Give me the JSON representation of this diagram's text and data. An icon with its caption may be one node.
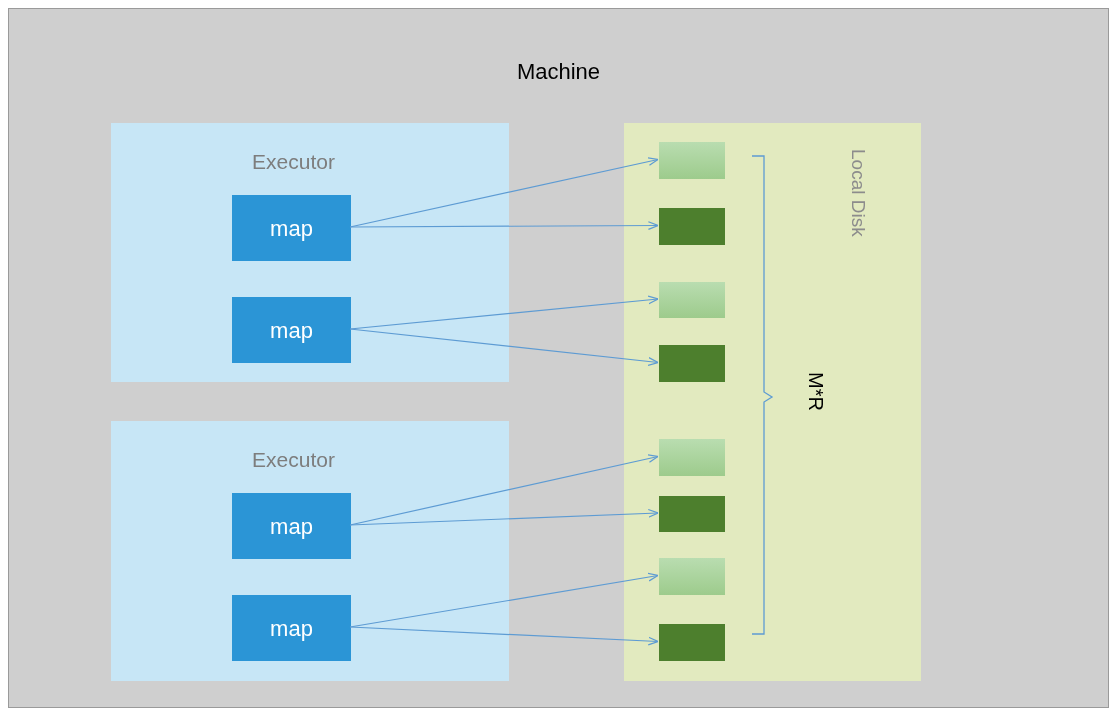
{
  "diagram": {
    "nodes": [
      {
        "text": [
          "Machine"
        ]
      },
      {
        "text": [
          "Executor"
        ],
        "in": 0
      },
      {
        "text": [
          "map"
        ],
        "in": 1
      },
      {
        "text": [
          "map"
        ],
        "in": 1
      },
      {
        "text": [
          "Executor"
        ],
        "in": 0
      },
      {
        "text": [
          "map"
        ],
        "in": 4
      },
      {
        "text": [
          "map"
        ],
        "in": 4
      },
      {
        "text": [
          "Local Disk"
        ],
        "in": 0
      },
      {
        "text": [],
        "shape": "box",
        "in": 7
      },
      {
        "text": [],
        "shape": "box",
        "in": 7
      },
      {
        "text": [],
        "shape": "box",
        "in": 7
      },
      {
        "text": [],
        "shape": "box",
        "in": 7
      },
      {
        "text": [],
        "shape": "box",
        "in": 7
      },
      {
        "text": [],
        "shape": "box",
        "in": 7
      },
      {
        "text": [],
        "shape": "box",
        "in": 7
      },
      {
        "text": [],
        "shape": "box",
        "in": 7
      }
    ],
    "edges": [
      {
        "from": 2,
        "to": 8,
        "arrow": "to"
      },
      {
        "from": 2,
        "to": 9,
        "arrow": "to"
      },
      {
        "from": 3,
        "to": 10,
        "arrow": "to"
      },
      {
        "from": 3,
        "to": 11,
        "arrow": "to"
      },
      {
        "from": 5,
        "to": 12,
        "arrow": "to"
      },
      {
        "from": 5,
        "to": 13,
        "arrow": "to"
      },
      {
        "from": 6,
        "to": 14,
        "arrow": "to"
      },
      {
        "from": 6,
        "to": 15,
        "arrow": "to"
      }
    ],
    "labels": [
      "M*R"
    ]
  }
}
